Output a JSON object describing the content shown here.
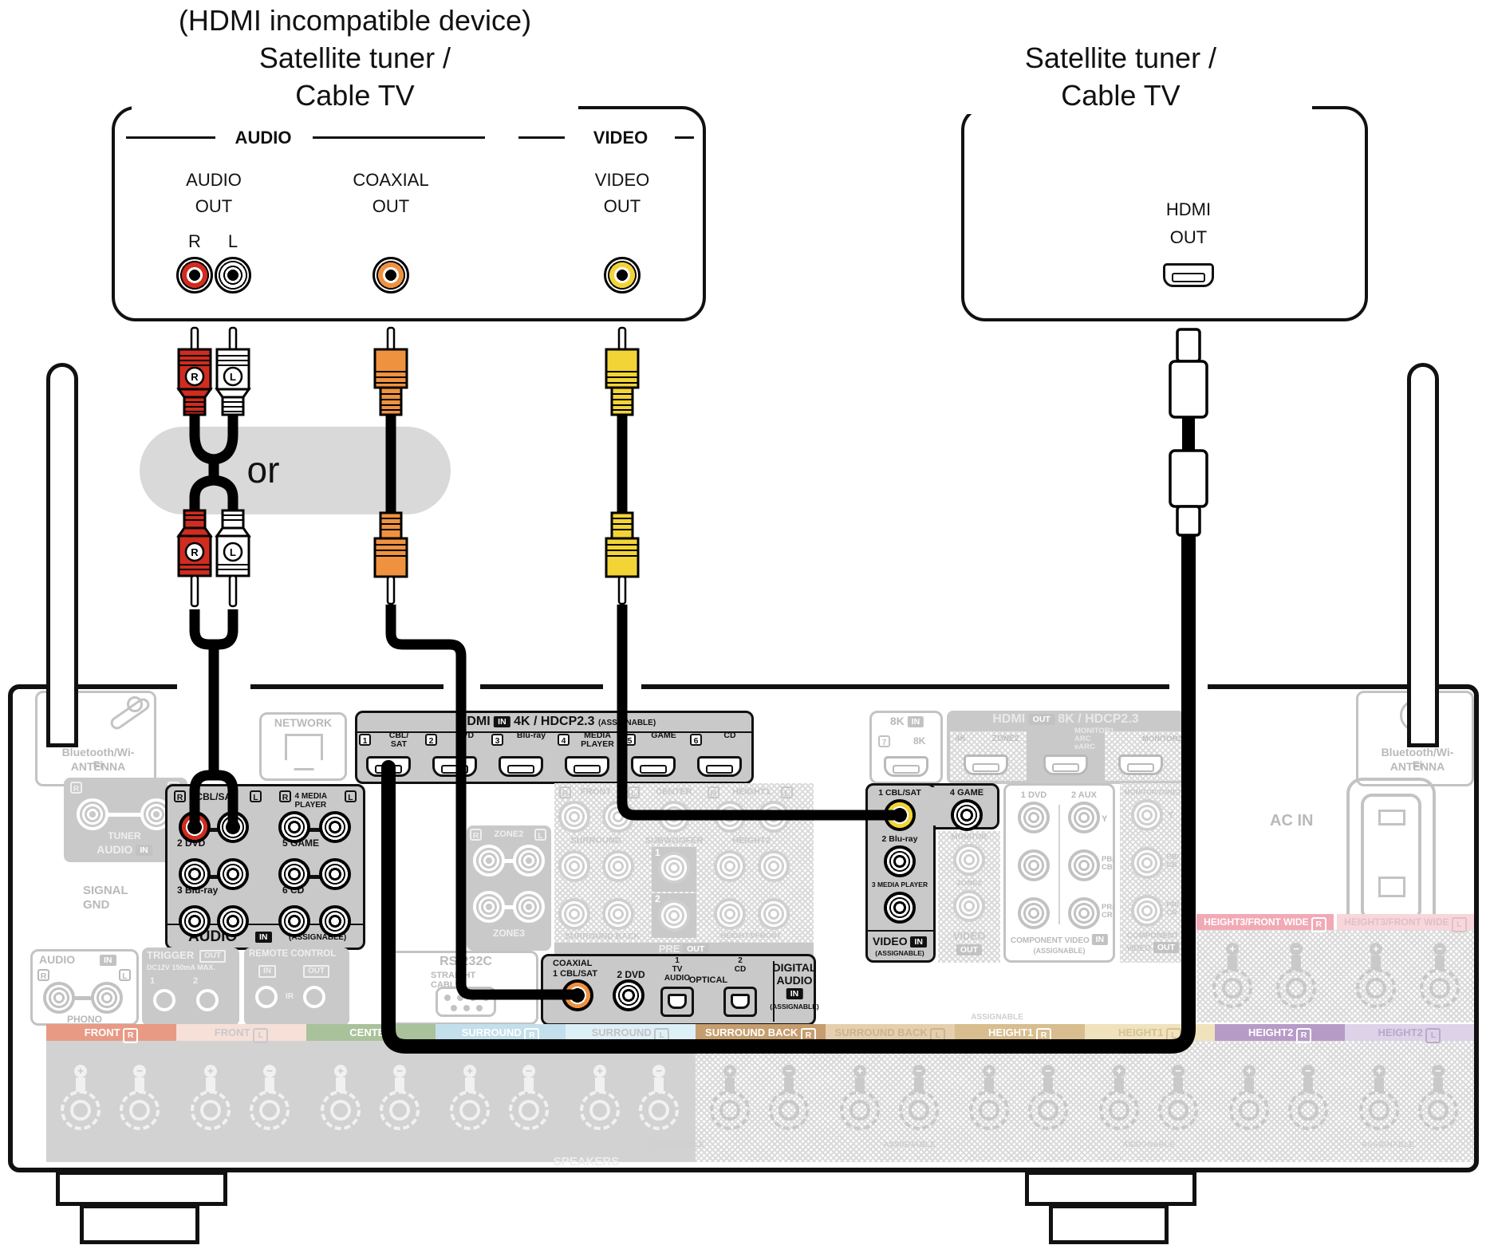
{
  "colors": {
    "red": "#d02c1f",
    "white": "#ffffff",
    "orange": "#ef9240",
    "yellow": "#f2d437",
    "highlight_fill": "#c9c9c9",
    "muted": "#b9b9b9",
    "bubble": "#d9d9d9",
    "front_r": "#e89a85",
    "front_l": "#f6e0d8",
    "center": "#a9c29b",
    "surround_r": "#c3dfeb",
    "surround_l": "#def0f7",
    "surround_back_r": "#c69d6e",
    "surround_back_l": "#e6cfae",
    "height1_r": "#d8bd8e",
    "height1_l": "#f0e2bd",
    "height2_r": "#b79bc7",
    "height2_l": "#ded2e9",
    "height3_r": "#f2a9b6",
    "height3_l": "#f7d6dc"
  },
  "or_label": "or",
  "left_device": {
    "note": "(HDMI incompatible device)",
    "title_line1": "Satellite tuner /",
    "title_line2": "Cable TV",
    "group_audio": "AUDIO",
    "group_video": "VIDEO",
    "col_audio_line1": "AUDIO",
    "col_audio_line2": "OUT",
    "jack_r": "R",
    "jack_l": "L",
    "col_coax_line1": "COAXIAL",
    "col_coax_line2": "OUT",
    "col_video_line1": "VIDEO",
    "col_video_line2": "OUT"
  },
  "right_device": {
    "title_line1": "Satellite tuner /",
    "title_line2": "Cable TV",
    "hdmi_line1": "HDMI",
    "hdmi_line2": "OUT"
  },
  "cables": {
    "plug_r": "R",
    "plug_l": "L"
  },
  "receiver": {
    "sign_plus": "+",
    "sign_minus": "−",
    "bt_left": {
      "line1": "Bluetooth/Wi-Fi",
      "line2": "ANTENNA"
    },
    "bt_right": {
      "line1": "Bluetooth/Wi-Fi",
      "line2": "ANTENNA"
    },
    "network": "NETWORK",
    "hdmi_in": {
      "name": "HDMI",
      "in": "IN",
      "spec": "4K / HDCP2.3",
      "assignable": "(ASSIGNABLE)",
      "ports": [
        {
          "num": "1",
          "line1": "CBL/",
          "line2": "SAT"
        },
        {
          "num": "2",
          "line1": "DVD",
          "line2": ""
        },
        {
          "num": "3",
          "line1": "Blu-ray",
          "line2": ""
        },
        {
          "num": "4",
          "line1": "MEDIA",
          "line2": "PLAYER"
        },
        {
          "num": "5",
          "line1": "GAME",
          "line2": ""
        },
        {
          "num": "6",
          "line1": "CD",
          "line2": ""
        }
      ]
    },
    "hdmi8k": {
      "name": "8K",
      "in": "IN",
      "num": "7",
      "label": "8K"
    },
    "hdmi_out": {
      "name": "HDMI",
      "out": "OUT",
      "spec": "8K / HDCP2.3",
      "p1a": "4K",
      "p1b": "ZONE2",
      "p2a": "MONITOR1",
      "p2b": "ARC",
      "p2c": "eARC",
      "p3": "MONITOR2"
    },
    "tuner": {
      "r": "R",
      "l": "L",
      "name": "TUNER",
      "audio": "AUDIO",
      "in": "IN"
    },
    "audio_in": {
      "r1": "R",
      "label1": "CBL/SAT",
      "l1": "L",
      "r2": "R",
      "label2": "4 MEDIA PLAYER",
      "l2": "L",
      "row2a": "2 DVD",
      "row2b": "5 GAME",
      "row3a": "3 Blu-ray",
      "row3b": "6 CD",
      "audio": "AUDIO",
      "in": "IN",
      "assignable": "(ASSIGNABLE)"
    },
    "signal_gnd": {
      "line1": "SIGNAL",
      "line2": "GND"
    },
    "phono": {
      "audio": "AUDIO",
      "in": "IN",
      "r": "R",
      "l": "L",
      "name": "PHONO"
    },
    "trigger": {
      "name": "TRIGGER",
      "out": "OUT",
      "spec": "DC12V 150mA MAX.",
      "n1": "1",
      "n2": "2"
    },
    "remote": {
      "name": "REMOTE CONTROL",
      "in": "IN",
      "out": "OUT",
      "ir": "IR"
    },
    "zone": {
      "r": "R",
      "zone2": "ZONE2",
      "l": "L",
      "zone3": "ZONE3"
    },
    "preout": {
      "fr": "R",
      "front": "FRONT",
      "fl": "L",
      "center": "CENTER",
      "hr": "R",
      "height1": "HEIGHT1",
      "hl": "L",
      "surround": "SURROUND",
      "subwoofer": "SUBWOOFER",
      "sw1": "1",
      "sw2": "2",
      "height2": "HEIGHT2",
      "surround_back": "SURROUND BACK",
      "height3": "HEIGHT3/FRONT WIDE",
      "pre": "PRE",
      "out": "OUT"
    },
    "rs232": {
      "name": "RS-232C",
      "cable": "STRAIGHT CABLE"
    },
    "digital_audio": {
      "coaxial": "COAXIAL",
      "p1": "1 CBL/SAT",
      "p2": "2 DVD",
      "o1n": "1",
      "o1a": "TV",
      "o1b": "AUDIO",
      "optical": "OPTICAL",
      "o2n": "2",
      "o2b": "CD",
      "t1": "DIGITAL",
      "t2": "AUDIO",
      "in": "IN",
      "assignable": "(ASSIGNABLE)"
    },
    "video_in": {
      "p1": "1 CBL/SAT",
      "p4": "4 GAME",
      "p2": "2 Blu-ray",
      "p3": "3 MEDIA PLAYER",
      "video": "VIDEO",
      "in": "IN",
      "assignable": "(ASSIGNABLE)"
    },
    "video_out": {
      "monitor": "MONITOR",
      "zone2": "ZONE2",
      "video": "VIDEO",
      "out": "OUT"
    },
    "comp_in": {
      "c1": "1 DVD",
      "c2": "2 AUX",
      "y": "Y",
      "pb1": "PB/",
      "pb2": "CB",
      "pr1": "PR/",
      "pr2": "CR",
      "title": "COMPONENT VIDEO",
      "in": "IN",
      "assignable": "(ASSIGNABLE)"
    },
    "comp_out": {
      "label": "MONITOR/ZONE2",
      "y": "Y",
      "pb1": "PB/",
      "pb2": "CB",
      "pr1": "PR/",
      "pr2": "CR",
      "t1": "COMPONENT",
      "t2": "VIDEO",
      "out": "OUT"
    },
    "ac_in": "AC IN",
    "speakers_label": "SPEAKERS",
    "assignable_top": "ASSIGNABLE",
    "assignable1": "ASSIGNABLE",
    "assignable2": "ASSIGNABLE",
    "assignable3": "ASSIGNABLE",
    "assignable4": "ASSIGNABLE",
    "speaker_sections": [
      {
        "label": "FRONT",
        "side": "R"
      },
      {
        "label": "FRONT",
        "side": "L"
      },
      {
        "label": "CENTER",
        "side": ""
      },
      {
        "label": "SURROUND",
        "side": "R"
      },
      {
        "label": "SURROUND",
        "side": "L"
      },
      {
        "label": "SURROUND BACK",
        "side": "R"
      },
      {
        "label": "SURROUND BACK",
        "side": "L"
      },
      {
        "label": "HEIGHT1",
        "side": "R"
      },
      {
        "label": "HEIGHT1",
        "side": "L"
      },
      {
        "label": "HEIGHT2",
        "side": "R"
      },
      {
        "label": "HEIGHT2",
        "side": "L"
      }
    ],
    "height3": {
      "r_label": "HEIGHT3/FRONT WIDE",
      "r_side": "R",
      "l_label": "HEIGHT3/FRONT WIDE",
      "l_side": "L"
    }
  }
}
